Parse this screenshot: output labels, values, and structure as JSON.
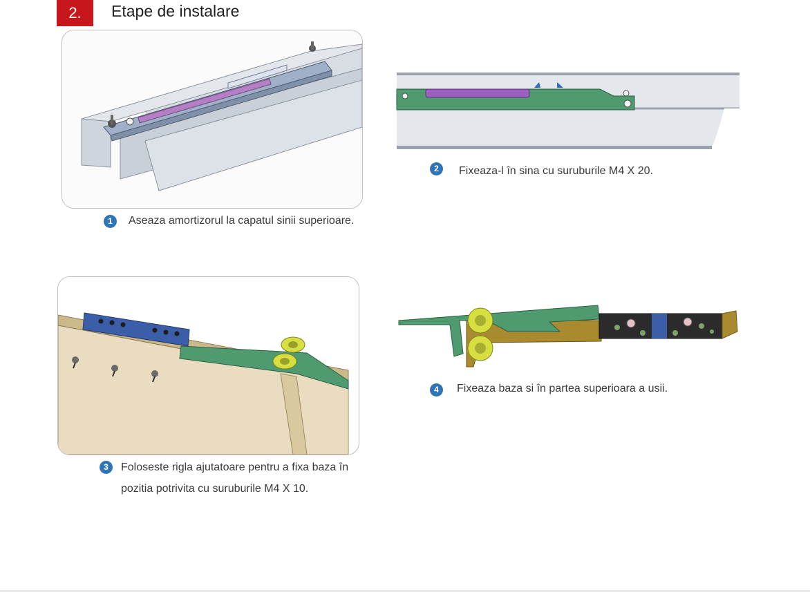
{
  "section": {
    "number": "2.",
    "title": "Etape de instalare"
  },
  "steps": [
    {
      "num": "1",
      "text": "Aseaza amortizorul la capatul sinii superioare."
    },
    {
      "num": "2",
      "text": "Fixeaza-l în sina cu suruburile M4 X 20."
    },
    {
      "num": "3",
      "line1": "Foloseste rigla ajutatoare pentru a fixa baza în",
      "line2": "pozitia potrivita cu suruburile M4 X 10."
    },
    {
      "num": "4",
      "text": "Fixeaza baza si în partea superioara a usii."
    }
  ],
  "colors": {
    "accent_red": "#c8161d",
    "badge_blue": "#2f74b5",
    "bracket_green": "#3f8f6a",
    "bracket_blue": "#3b5ea8",
    "wheel_yellow": "#d6df3f",
    "door_wood": "#e9dcc0"
  }
}
